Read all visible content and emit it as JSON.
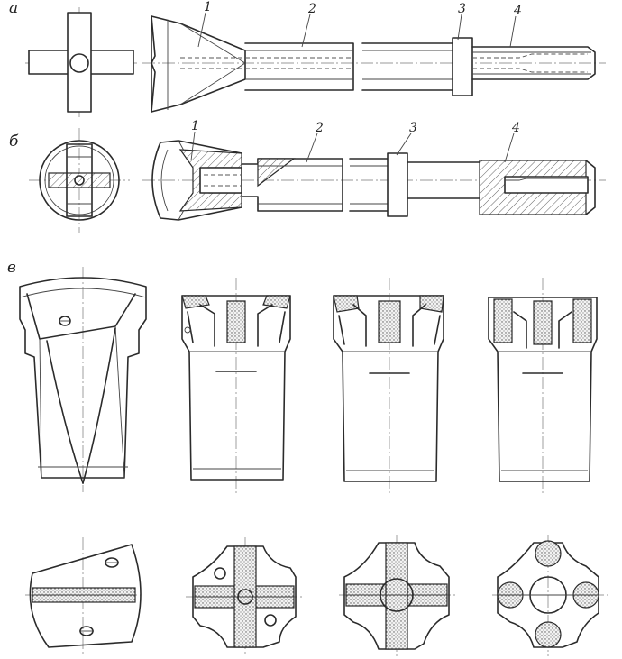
{
  "labels": {
    "view_a": "а",
    "view_b": "б",
    "view_v": "в",
    "callouts_a": [
      "1",
      "2",
      "3",
      "4"
    ],
    "callouts_b": [
      "1",
      "2",
      "3",
      "4"
    ]
  }
}
